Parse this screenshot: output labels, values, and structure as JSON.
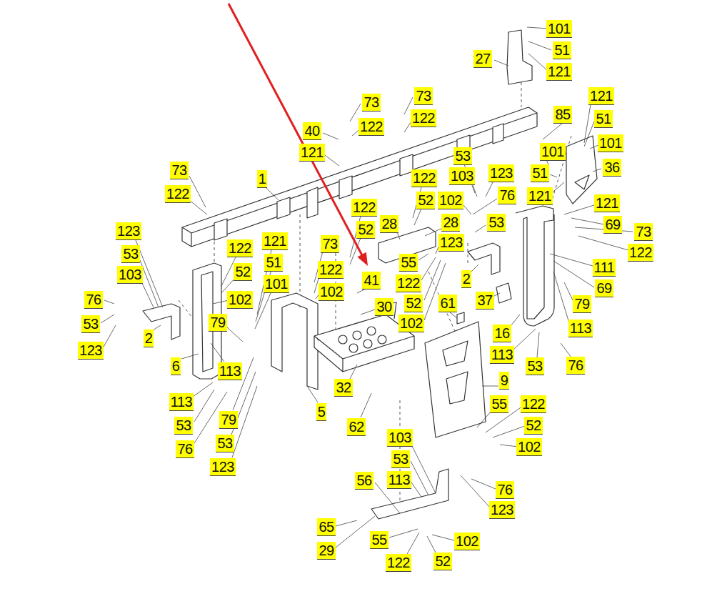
{
  "diagram": {
    "labels": [
      "101",
      "51",
      "121",
      "27",
      "73",
      "122",
      "73",
      "122",
      "40",
      "121",
      "85",
      "101",
      "51",
      "121",
      "121",
      "51",
      "101",
      "36",
      "53",
      "103",
      "123",
      "76",
      "53",
      "121",
      "69",
      "73",
      "122",
      "111",
      "69",
      "79",
      "113",
      "122",
      "52",
      "102",
      "28",
      "123",
      "122",
      "52",
      "28",
      "73",
      "122",
      "1",
      "123",
      "53",
      "103",
      "76",
      "53",
      "123",
      "2",
      "122",
      "52",
      "102",
      "121",
      "51",
      "101",
      "73",
      "122",
      "102",
      "41",
      "30",
      "55",
      "122",
      "52",
      "102",
      "2",
      "37",
      "61",
      "79",
      "113",
      "6",
      "16",
      "113",
      "53",
      "76",
      "32",
      "9",
      "113",
      "53",
      "76",
      "79",
      "53",
      "123",
      "5",
      "62",
      "55",
      "122",
      "52",
      "102",
      "103",
      "53",
      "113",
      "56",
      "76",
      "123",
      "65",
      "29",
      "55",
      "122",
      "102",
      "52"
    ]
  }
}
